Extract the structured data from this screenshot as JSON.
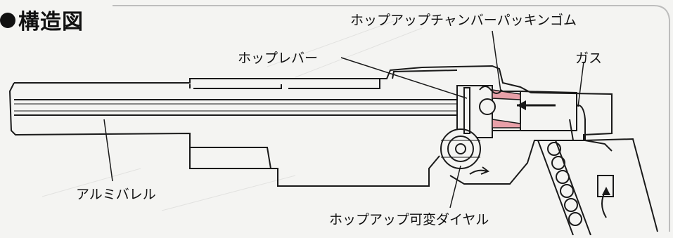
{
  "title": "構造図",
  "labels": {
    "hop_packing": "ホップアップチャンバーパッキンゴム",
    "hop_lever": "ホップレバー",
    "gas": "ガス",
    "barrel": "アルミバレル",
    "hop_dial": "ホップアップ可変ダイヤル"
  },
  "colors": {
    "line": "#1a1a1a",
    "packing": "#e8a0a8",
    "background": "#f4f4f2"
  }
}
